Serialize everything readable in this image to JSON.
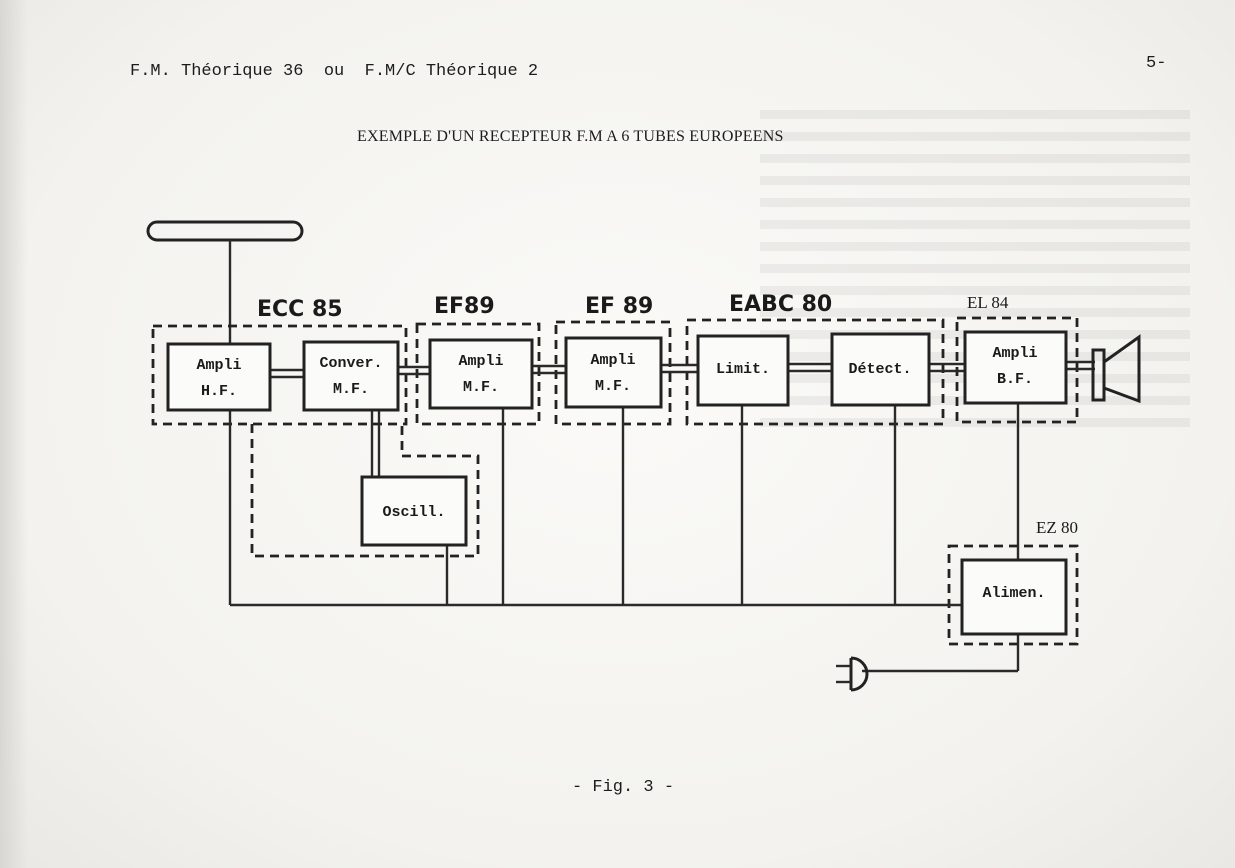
{
  "header": {
    "left": "F.M. Théorique 36  ou  F.M/C Théorique 2",
    "page_number": "5-"
  },
  "title": "EXEMPLE D'UN RECEPTEUR F.M A 6 TUBES EUROPEENS",
  "tubes": {
    "ecc85": "ECC 85",
    "ef89_a": "EF89",
    "ef89_b": "EF 89",
    "eabc80": "EABC 80",
    "el84": "EL 84",
    "ez80": "EZ 80"
  },
  "blocks": {
    "ampli_hf": [
      "Ampli",
      "H.F."
    ],
    "conver_mf": [
      "Conver.",
      "M.F."
    ],
    "ampli_mf_1": [
      "Ampli",
      "M.F."
    ],
    "ampli_mf_2": [
      "Ampli",
      "M.F."
    ],
    "limit": [
      "Limit."
    ],
    "detect": [
      "Détect."
    ],
    "ampli_bf": [
      "Ampli",
      "B.F."
    ],
    "oscill": [
      "Oscill."
    ],
    "alimen": [
      "Alimen."
    ]
  },
  "caption": "- Fig. 3 -"
}
